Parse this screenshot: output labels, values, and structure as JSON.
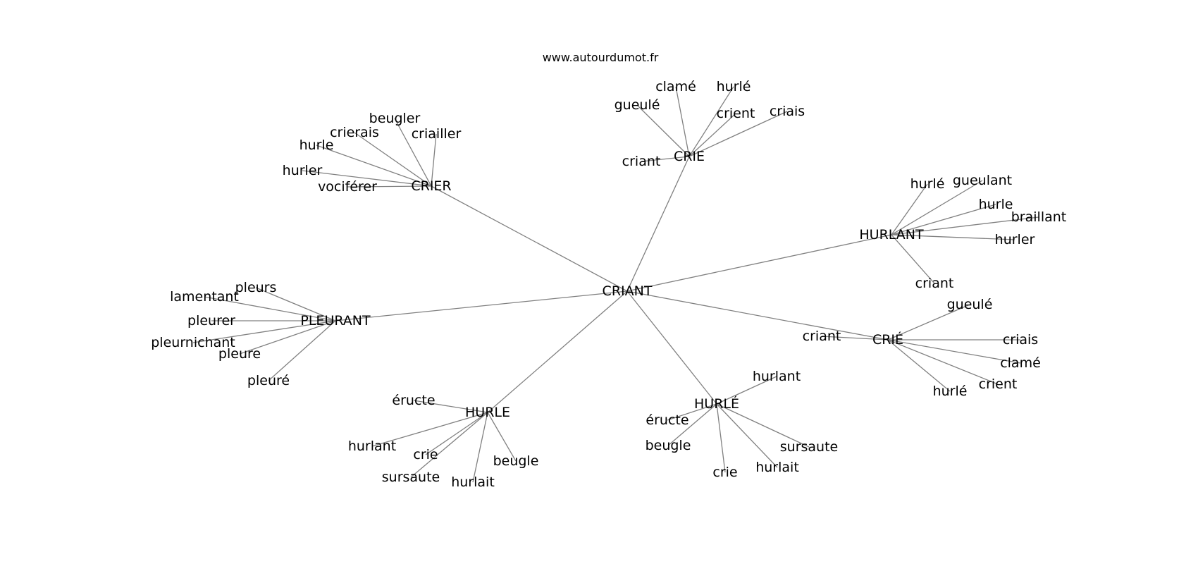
{
  "source": "www.autourdumot.fr",
  "center": "CRIANT",
  "clusters": [
    {
      "label": "CRIE",
      "leaves": [
        "criant",
        "gueulé",
        "clamé",
        "hurlé",
        "crient",
        "criais"
      ]
    },
    {
      "label": "CRIER",
      "leaves": [
        "vociférer",
        "hurler",
        "hurle",
        "crierais",
        "beugler",
        "criailler"
      ]
    },
    {
      "label": "HURLANT",
      "leaves": [
        "hurlé",
        "gueulant",
        "hurle",
        "braillant",
        "hurler",
        "criant"
      ]
    },
    {
      "label": "PLEURANT",
      "leaves": [
        "pleurs",
        "lamentant",
        "pleurer",
        "pleurnichant",
        "pleure",
        "pleuré"
      ]
    },
    {
      "label": "CRIÉ",
      "leaves": [
        "criant",
        "gueulé",
        "criais",
        "clamé",
        "crient",
        "hurlé"
      ]
    },
    {
      "label": "HURLÉ",
      "leaves": [
        "hurlant",
        "éructe",
        "beugle",
        "crie",
        "hurlait",
        "sursaute"
      ]
    },
    {
      "label": "HURLE",
      "leaves": [
        "éructe",
        "hurlant",
        "crie",
        "sursaute",
        "hurlait",
        "beugle"
      ]
    }
  ]
}
